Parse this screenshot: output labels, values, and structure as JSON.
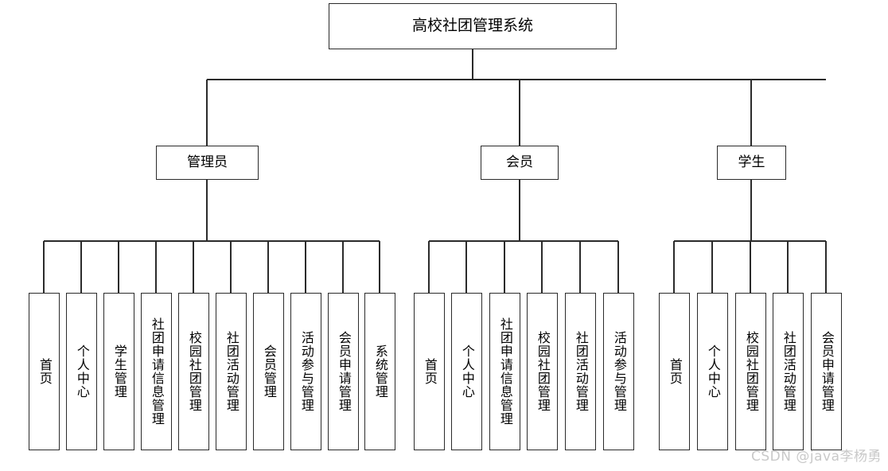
{
  "diagram": {
    "type": "tree",
    "title": "高校社团管理系统",
    "orientation": "top-down",
    "root": {
      "label": "高校社团管理系统"
    },
    "roles": [
      {
        "label": "管理员"
      },
      {
        "label": "会员"
      },
      {
        "label": "学生"
      }
    ],
    "admin_items": [
      {
        "label": "首页"
      },
      {
        "label": "个人中心"
      },
      {
        "label": "学生管理"
      },
      {
        "label": "社团申请信息管理"
      },
      {
        "label": "校园社团管理"
      },
      {
        "label": "社团活动管理"
      },
      {
        "label": "会员管理"
      },
      {
        "label": "活动参与管理"
      },
      {
        "label": "会员申请管理"
      },
      {
        "label": "系统管理"
      }
    ],
    "member_items": [
      {
        "label": "首页"
      },
      {
        "label": "个人中心"
      },
      {
        "label": "社团申请信息管理"
      },
      {
        "label": "校园社团管理"
      },
      {
        "label": "社团活动管理"
      },
      {
        "label": "活动参与管理"
      }
    ],
    "student_items": [
      {
        "label": "首页"
      },
      {
        "label": "个人中心"
      },
      {
        "label": "校园社团管理"
      },
      {
        "label": "社团活动管理"
      },
      {
        "label": "会员申请管理"
      }
    ]
  },
  "watermark": {
    "text": "CSDN @java李杨勇"
  },
  "colors": {
    "line": "#2b2b2b",
    "box_border": "#2b2b2b",
    "background": "#ffffff",
    "text": "#000000",
    "watermark": "#c9c9c9"
  }
}
